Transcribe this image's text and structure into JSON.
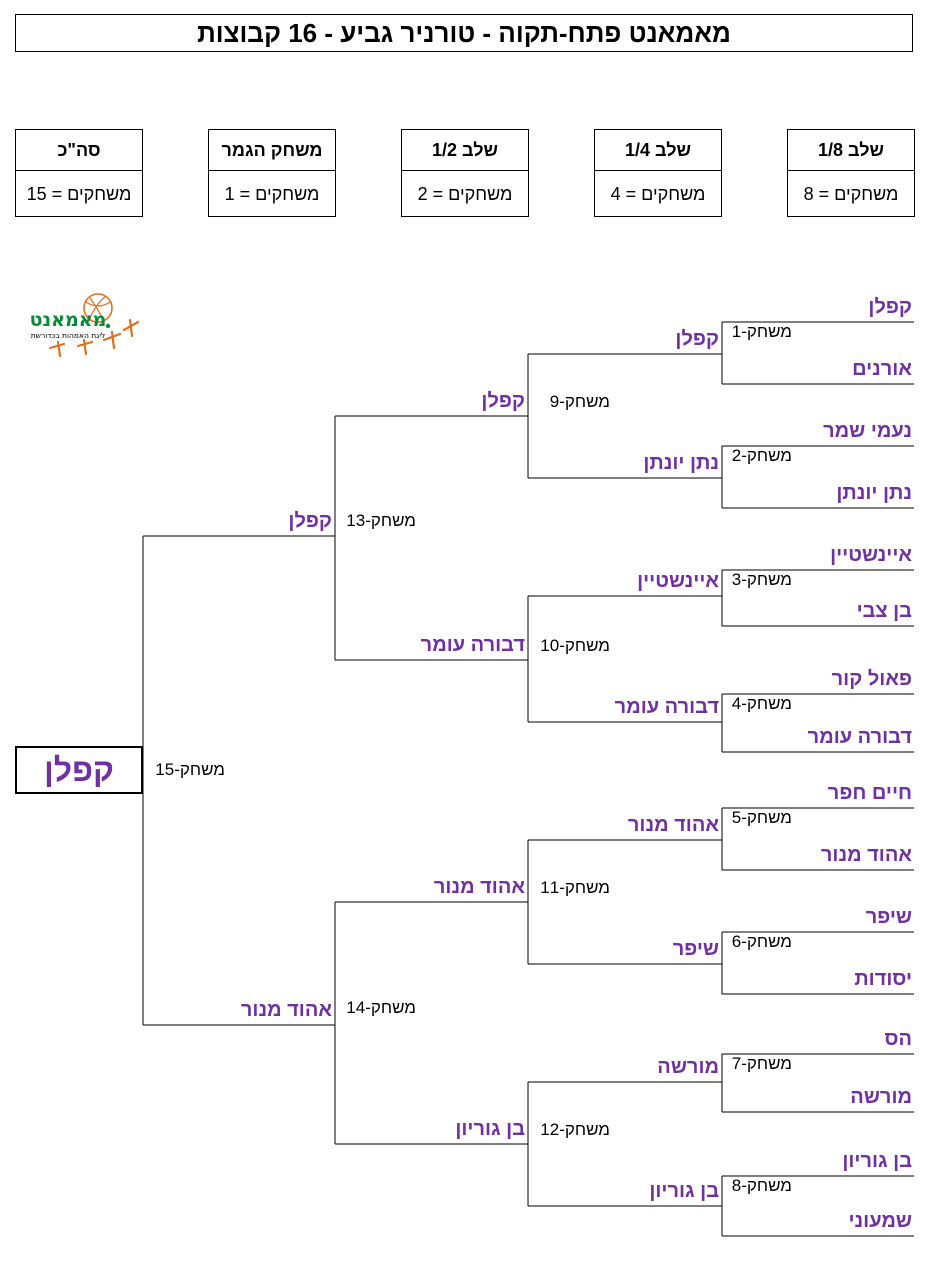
{
  "title": "מאמאנט פתח-תקוה   -   טורניר גביע - 16 קבוצות",
  "stages": [
    {
      "header": "סה\"כ",
      "count": "משחקים = 15"
    },
    {
      "header": "משחק הגמר",
      "count": "משחקים = 1"
    },
    {
      "header": "שלב 1/2",
      "count": "משחקים = 2"
    },
    {
      "header": "שלב 1/4",
      "count": "משחקים = 4"
    },
    {
      "header": "שלב 1/8",
      "count": "משחקים = 8"
    }
  ],
  "logo": {
    "text": "מאמאנט",
    "subtext": "ליגת האמהות בכדורשת",
    "color": "#E07020"
  },
  "colors": {
    "team": "#7030A0",
    "logo_green": "#0A8A3A"
  },
  "round1": [
    {
      "match": "משחק-1",
      "team_a": "קפלן",
      "team_b": "אורנים",
      "winner": "קפלן"
    },
    {
      "match": "משחק-2",
      "team_a": "נעמי שמר",
      "team_b": "נתן יונתן",
      "winner": "נתן יונתן"
    },
    {
      "match": "משחק-3",
      "team_a": "איינשטיין",
      "team_b": "בן צבי",
      "winner": "איינשטיין"
    },
    {
      "match": "משחק-4",
      "team_a": "פאול קור",
      "team_b": "דבורה עומר",
      "winner": "דבורה עומר"
    },
    {
      "match": "משחק-5",
      "team_a": "חיים חפר",
      "team_b": "אהוד מנור",
      "winner": "אהוד מנור"
    },
    {
      "match": "משחק-6",
      "team_a": "שיפר",
      "team_b": "יסודות",
      "winner": "שיפר"
    },
    {
      "match": "משחק-7",
      "team_a": "הס",
      "team_b": "מורשה",
      "winner": "מורשה"
    },
    {
      "match": "משחק-8",
      "team_a": "בן גוריון",
      "team_b": "שמעוני",
      "winner": "בן גוריון"
    }
  ],
  "round2": [
    {
      "match": "משחק-9",
      "winner": "קפלן"
    },
    {
      "match": "משחק-10",
      "winner": "דבורה עומר"
    },
    {
      "match": "משחק-11",
      "winner": "אהוד מנור"
    },
    {
      "match": "משחק-12",
      "winner": "בן גוריון"
    }
  ],
  "round3": [
    {
      "match": "משחק-13",
      "winner": "קפלן"
    },
    {
      "match": "משחק-14",
      "winner": "אהוד מנור"
    }
  ],
  "final": {
    "match": "משחק-15",
    "champion": "קפלן"
  }
}
